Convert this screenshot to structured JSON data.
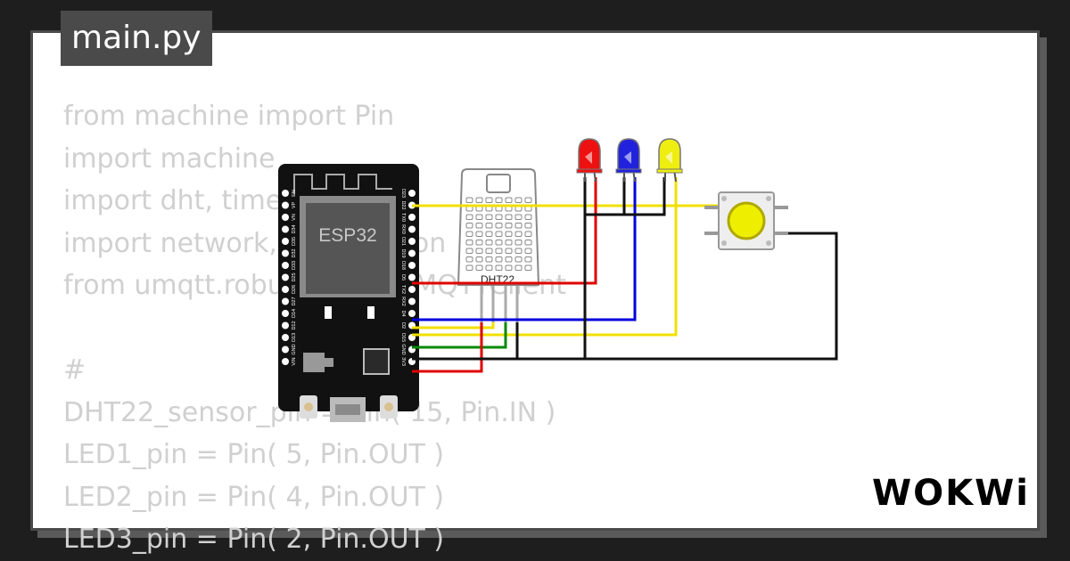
{
  "file_tab": {
    "label": "main.py"
  },
  "code_lines": [
    "from machine import Pin",
    "import machine",
    "import dht, time",
    "import network, ujson, ujson",
    "from umqtt.robust import MQTTClient",
    "",
    "#",
    "DHT22_sensor_pin = Pin( 15, Pin.IN )",
    "LED1_pin = Pin( 5, Pin.OUT )",
    "LED2_pin = Pin( 4, Pin.OUT )",
    "LED3_pin = Pin( 2, Pin.OUT )"
  ],
  "board": {
    "chip_label": "ESP32",
    "left_pins": [
      "EN",
      "VP",
      "VN",
      "D34",
      "D35",
      "D32",
      "D33",
      "D25",
      "D26",
      "D27",
      "D14",
      "D12",
      "D13",
      "GND",
      "VIN"
    ],
    "right_pins": [
      "D23",
      "D22",
      "TX0",
      "RX0",
      "D21",
      "D19",
      "D18",
      "D5",
      "TX2",
      "RX2",
      "D4",
      "D2",
      "D15",
      "GND",
      "3V3"
    ]
  },
  "sensor": {
    "label": "DHT22"
  },
  "leds": [
    {
      "color_name": "red",
      "color": "#ee1111"
    },
    {
      "color_name": "blue",
      "color": "#2222dd"
    },
    {
      "color_name": "yellow",
      "color": "#eeee11"
    }
  ],
  "button": {
    "color": "#eeee00"
  },
  "wire_colors": {
    "red": "#e00000",
    "blue": "#0000dd",
    "yellow": "#f0e000",
    "green": "#008800",
    "black": "#111111"
  },
  "brand": {
    "name": "WOKWi"
  }
}
